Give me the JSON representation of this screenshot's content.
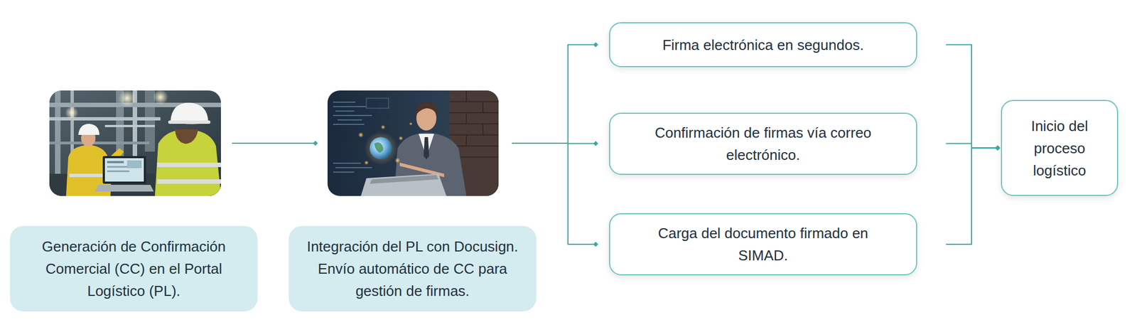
{
  "diagram": {
    "nodes": [
      {
        "text": [
          "Generación de Confirmación Comercial (CC) en el Portal Logístico (PL)."
        ]
      },
      {
        "text": [
          "Integración del PL con Docusign. Envío automático de CC para gestión de firmas."
        ]
      },
      {
        "text": [
          "Firma electrónica en segundos."
        ]
      },
      {
        "text": [
          "Confirmación de firmas vía correo electrónico."
        ]
      },
      {
        "text": [
          "Carga del documento firmado en SIMAD."
        ]
      },
      {
        "text": [
          "Inicio del proceso logístico"
        ]
      }
    ],
    "edges": [
      {
        "from": 0,
        "to": 1,
        "arrow": "to"
      },
      {
        "from": 1,
        "to": 2,
        "arrow": "to"
      },
      {
        "from": 1,
        "to": 3,
        "arrow": "to"
      },
      {
        "from": 1,
        "to": 4,
        "arrow": "to"
      },
      {
        "from": 2,
        "to": 5,
        "arrow": "to"
      },
      {
        "from": 3,
        "to": 5,
        "arrow": "to"
      },
      {
        "from": 4,
        "to": 5,
        "arrow": "to"
      }
    ]
  }
}
